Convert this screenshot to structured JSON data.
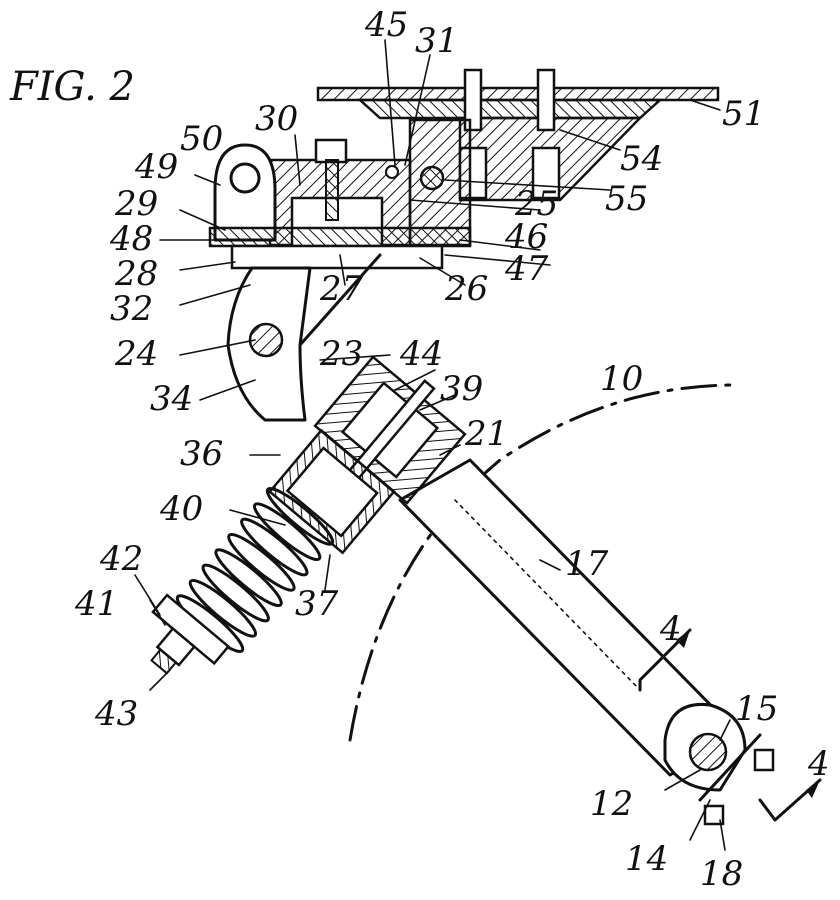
{
  "figure": {
    "title": "FIG. 2",
    "labels": {
      "l10": "10",
      "l12": "12",
      "l14": "14",
      "l15": "15",
      "l17": "17",
      "l18": "18",
      "l21": "21",
      "l23": "23",
      "l24": "24",
      "l25": "25",
      "l26": "26",
      "l27": "27",
      "l28": "28",
      "l29": "29",
      "l30": "30",
      "l31": "31",
      "l32": "32",
      "l34": "34",
      "l36": "36",
      "l37": "37",
      "l39": "39",
      "l40": "40",
      "l41": "41",
      "l42": "42",
      "l43": "43",
      "l44": "44",
      "l45": "45",
      "l46": "46",
      "l47": "47",
      "l48": "48",
      "l49": "49",
      "l50": "50",
      "l51": "51",
      "l54": "54",
      "l55": "55",
      "section_a": "4",
      "section_b": "4"
    }
  }
}
